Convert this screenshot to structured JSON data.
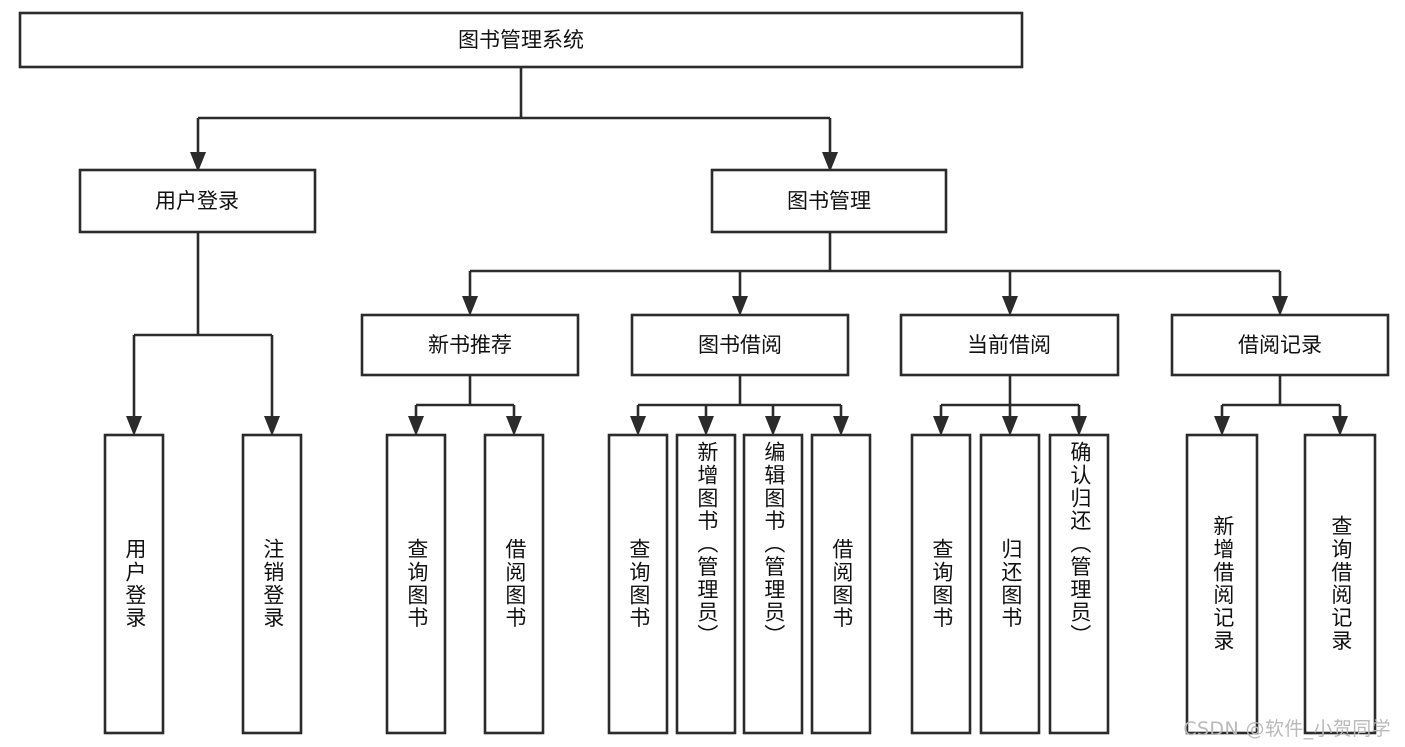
{
  "diagram": {
    "title": "图书管理系统",
    "type": "tree",
    "watermark": "CSDN @软件_小贺同学",
    "colors": {
      "stroke": "#2b2b2b",
      "fill": "#ffffff",
      "text": "#111111",
      "watermark": "#b9b9b9",
      "background": "#ffffff"
    },
    "root": {
      "label": "图书管理系统"
    },
    "level2": [
      {
        "label": "用户登录"
      },
      {
        "label": "图书管理"
      }
    ],
    "level3": [
      {
        "label": "新书推荐"
      },
      {
        "label": "图书借阅"
      },
      {
        "label": "当前借阅"
      },
      {
        "label": "借阅记录"
      }
    ],
    "leaves": {
      "user_login": [
        {
          "label": "用户登录"
        },
        {
          "label": "注销登录"
        }
      ],
      "new_book": [
        {
          "label": "查询图书"
        },
        {
          "label": "借阅图书"
        }
      ],
      "book_borrow": [
        {
          "label": "查询图书"
        },
        {
          "label": "新增图书（管理员）"
        },
        {
          "label": "编辑图书（管理员）"
        },
        {
          "label": "借阅图书"
        }
      ],
      "current_borrow": [
        {
          "label": "查询图书"
        },
        {
          "label": "归还图书"
        },
        {
          "label": "确认归还（管理员）"
        }
      ],
      "borrow_record": [
        {
          "label": "新增借阅记录"
        },
        {
          "label": "查询借阅记录"
        }
      ]
    }
  }
}
